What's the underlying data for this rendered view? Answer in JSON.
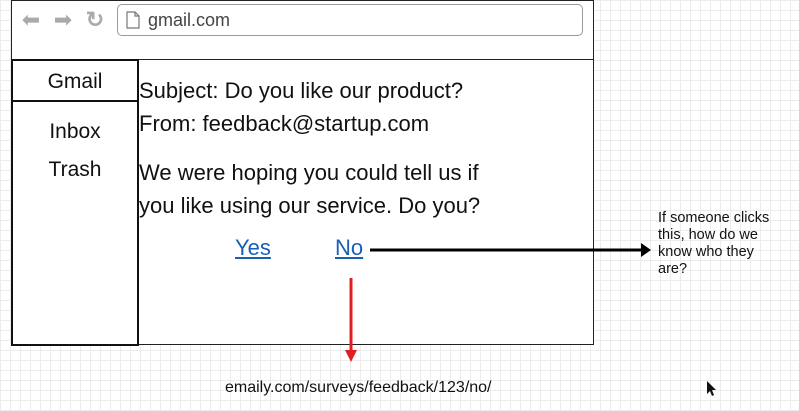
{
  "browser": {
    "url": "gmail.com",
    "icons": {
      "back": "arrow-left-icon",
      "forward": "arrow-right-icon",
      "reload": "reload-icon",
      "page": "page-icon"
    }
  },
  "sidebar": {
    "title": "Gmail",
    "items": [
      {
        "label": "Inbox"
      },
      {
        "label": "Trash"
      }
    ]
  },
  "email": {
    "subject": "Subject: Do you like our product?",
    "from": "From: feedback@startup.com",
    "body_line1": "We were hoping you could tell us if",
    "body_line2": "you like using our service.  Do you?",
    "yes_label": "Yes",
    "no_label": "No"
  },
  "annotations": {
    "right_note_line1": "If someone clicks",
    "right_note_line2": "this, how do we",
    "right_note_line3": "know who they",
    "right_note_line4": "are?",
    "bottom_url": "emaily.com/surveys/feedback/123/no/"
  },
  "colors": {
    "link": "#1a5fb4",
    "down_arrow": "#e02020",
    "right_arrow": "#000000"
  }
}
